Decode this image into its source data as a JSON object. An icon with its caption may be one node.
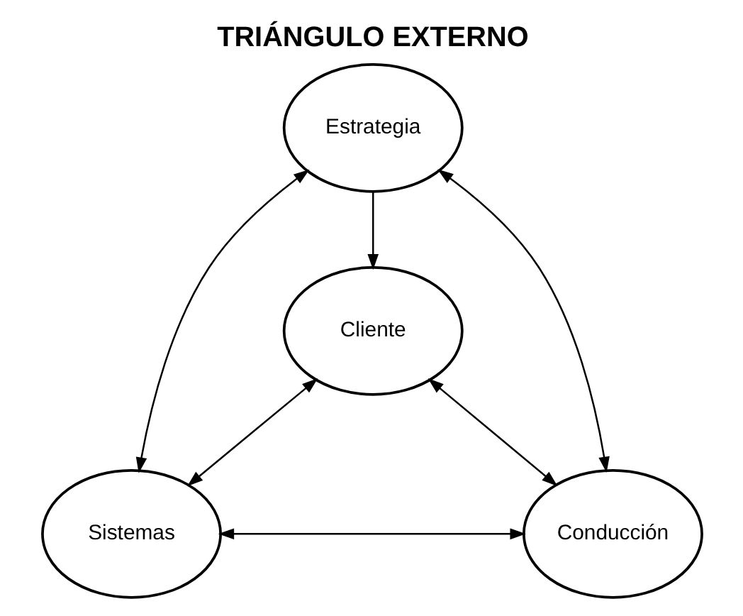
{
  "diagram": {
    "title": "TRIÁNGULO EXTERNO",
    "nodes": [
      {
        "text": [
          "Estrategia"
        ]
      },
      {
        "text": [
          "Cliente"
        ]
      },
      {
        "text": [
          "Sistemas"
        ]
      },
      {
        "text": [
          "Conducción"
        ]
      }
    ],
    "edges": [
      {
        "from": 0,
        "to": 1,
        "arrow": "to"
      },
      {
        "from": 0,
        "to": 2,
        "arrow": "both"
      },
      {
        "from": 0,
        "to": 3,
        "arrow": "both"
      },
      {
        "from": 1,
        "to": 2,
        "arrow": "both"
      },
      {
        "from": 1,
        "to": 3,
        "arrow": "both"
      },
      {
        "from": 2,
        "to": 3,
        "arrow": "both"
      }
    ]
  }
}
